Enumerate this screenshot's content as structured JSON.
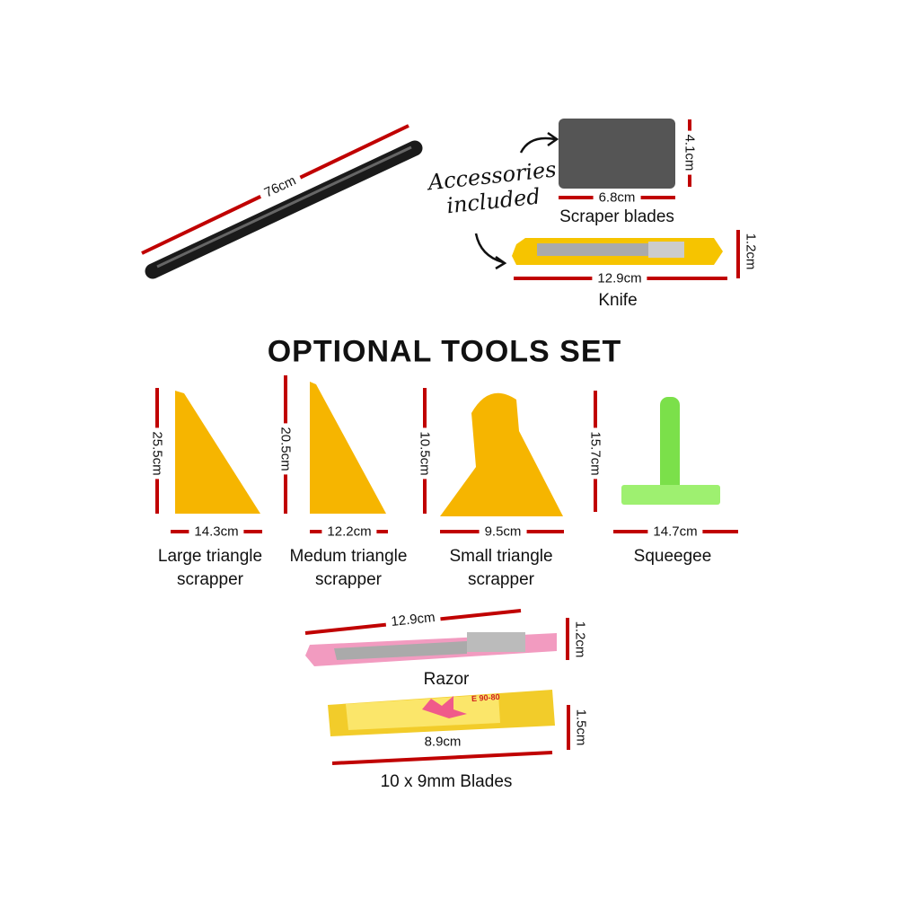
{
  "colors": {
    "dimension_line": "#c00000",
    "yellow_tool": "#f6b500",
    "squeegee": "#7be04a",
    "razor_pink": "#f29bc0",
    "scraper_gray": "#555555"
  },
  "accessories": {
    "note": "Accessories included",
    "note_line1": "Accessories",
    "note_line2": "included",
    "tube_length": "76cm",
    "scraper": {
      "name": "Scraper blades",
      "width": "6.8cm",
      "height": "4.1cm"
    },
    "knife": {
      "name": "Knife",
      "width": "12.9cm",
      "height": "1.2cm"
    }
  },
  "optional": {
    "title": "OPTIONAL TOOLS SET",
    "tools": [
      {
        "name_line1": "Large triangle",
        "name_line2": "scrapper",
        "width": "14.3cm",
        "height": "25.5cm"
      },
      {
        "name_line1": "Medum triangle",
        "name_line2": "scrapper",
        "width": "12.2cm",
        "height": "20.5cm"
      },
      {
        "name_line1": "Small triangle",
        "name_line2": "scrapper",
        "width": "9.5cm",
        "height": "10.5cm"
      },
      {
        "name_line1": "Squeegee",
        "name_line2": "",
        "width": "14.7cm",
        "height": "15.7cm"
      }
    ],
    "razor": {
      "name": "Razor",
      "width": "12.9cm",
      "height": "1.2cm"
    },
    "blades": {
      "name": "10 x 9mm Blades",
      "width": "8.9cm",
      "height": "1.5cm",
      "package_label": "E 90-80"
    }
  }
}
